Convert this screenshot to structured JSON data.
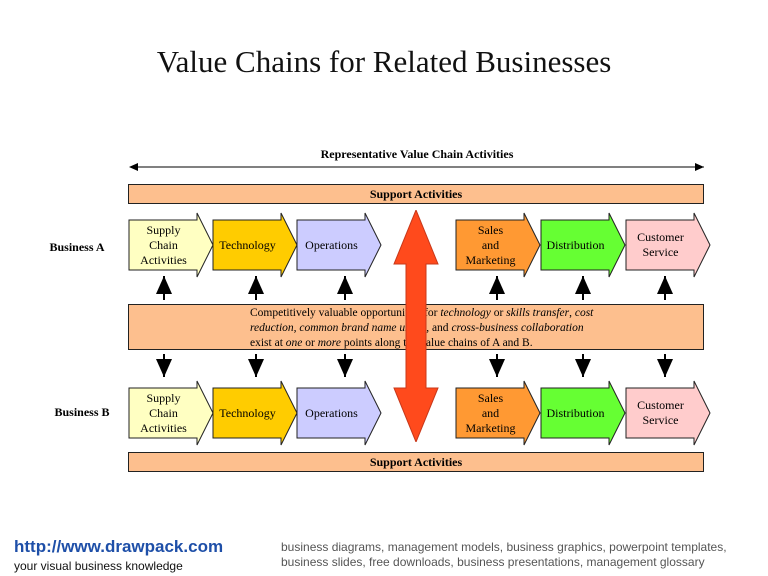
{
  "title": "Value Chains for Related Businesses",
  "representative_label": "Representative Value Chain Activities",
  "support_label": "Support Activities",
  "business_a": {
    "label": "Business A",
    "steps": [
      "Supply\nChain\nActivities",
      "Technology",
      "Operations",
      "Sales\nand\nMarketing",
      "Distribution",
      "Customer\nService"
    ]
  },
  "business_b": {
    "label": "Business B",
    "steps": [
      "Supply\nChain\nActivities",
      "Technology",
      "Operations",
      "Sales\nand\nMarketing",
      "Distribution",
      "Customer\nService"
    ]
  },
  "step_colors": [
    "#ffffc2",
    "#ffcc00",
    "#ccccff",
    "#ff9933",
    "#66ff33",
    "#ffcccc"
  ],
  "accent_arrow_color": "#ff4a1c",
  "support_color": "#fdbf8e",
  "middle": {
    "line1_pre": "Competitively valuable opportunities for ",
    "line1_em1": "technology",
    "line1_mid": " or ",
    "line1_em2": "skills transfer",
    "line1_comma": ", ",
    "line1_em3": "cost",
    "line2_em": "reduction, common brand name usage",
    "line2_mid": ", and ",
    "line2_em2": "cross-business collaboration",
    "line3_pre": "exist at ",
    "line3_em1": "one",
    "line3_mid": " or ",
    "line3_em2": "more",
    "line3_post": " points along the value chains of A and B."
  },
  "footer": {
    "url": "http://www.drawpack.com",
    "tagline": "your visual business knowledge",
    "description": "business diagrams, management models, business graphics, powerpoint templates, business slides, free downloads, business presentations, management glossary"
  }
}
